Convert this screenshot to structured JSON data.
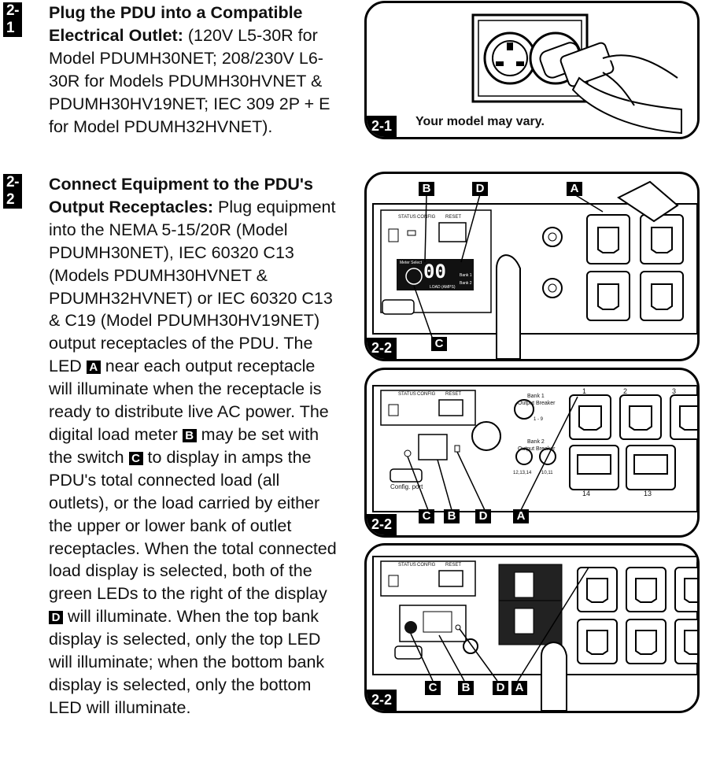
{
  "step1": {
    "badge": "2-1",
    "heading": "Plug the PDU into a Compatible Electrical Outlet:",
    "body": " (120V L5-30R for Model PDUMH30NET; 208/230V L6-30R for Models PDUMH30HVNET & PDUMH30HV19NET; IEC 309 2P + E for Model PDUMH32HVNET)."
  },
  "step2": {
    "badge": "2-2",
    "heading": "Connect Equipment to the PDU's Output Receptacles:",
    "body1": " Plug equipment into the NEMA 5-15/20R (Model PDUMH30NET), IEC 60320 C13 (Models PDUMH30HVNET & PDUMH32HVNET) or IEC 60320 C13 & C19 (Model PDUMH30HV19NET) output receptacles of the PDU. The LED ",
    "body2": " near each output receptacle will illuminate when the receptacle is ready to distribute live AC power. The digital load meter ",
    "body3": " may be set with the switch ",
    "body4": " to display in amps the PDU's total connected load (all outlets), or the load carried by either the upper or lower bank of outlet receptacles. When the total connected load display is selected, both of the green LEDs to the right of the display ",
    "body5": " will illuminate. When the top bank display is selected, only the top LED will illuminate; when the bottom bank display is selected, only the bottom LED will illuminate."
  },
  "keys": {
    "a": "A",
    "b": "B",
    "c": "C",
    "d": "D"
  },
  "panels": {
    "p1": {
      "tag": "2-1",
      "caption": "Your model may vary."
    },
    "p2": {
      "tag": "2-2",
      "status": "STATUS",
      "config": "CONFIG",
      "reset": "RESET",
      "meter": "00",
      "meter_select": "Meter Select",
      "bank1": "Bank 1",
      "bank2": "Bank 2",
      "load": "LOAD (AMPS)"
    },
    "p3": {
      "tag": "2-2",
      "status": "STATUS",
      "config": "CONFIG",
      "reset": "RESET",
      "bank1": "Bank 1",
      "breaker": "Output Breaker",
      "bank2": "Bank 2",
      "r1": "1 - 9",
      "r2": "12,13,14",
      "r3": "10,11",
      "config_port": "Config. port",
      "n1": "1",
      "n2": "2",
      "n3": "3",
      "n14": "14",
      "n13": "13"
    },
    "p4": {
      "tag": "2-2",
      "status": "STATUS",
      "config": "CONFIG",
      "reset": "RESET"
    }
  }
}
